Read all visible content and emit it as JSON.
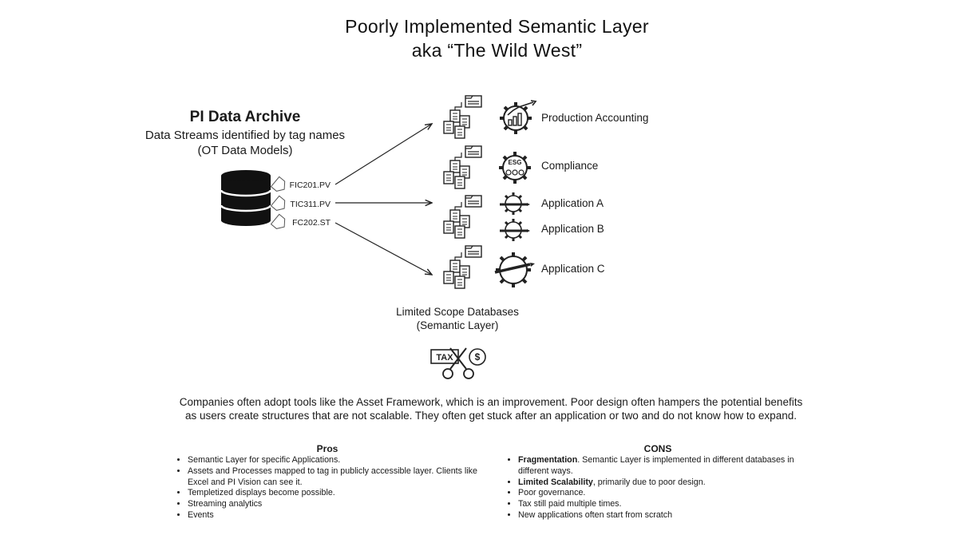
{
  "title": {
    "line1": "Poorly Implemented Semantic Layer",
    "line2": "aka “The Wild West”"
  },
  "archive": {
    "title": "PI Data Archive",
    "subtitle1": "Data Streams identified by tag names",
    "subtitle2": "(OT Data Models)",
    "tags": [
      "FIC201.PV",
      "TIC311.PV",
      "FC202.ST"
    ]
  },
  "applications": [
    "Production Accounting",
    "Compliance",
    "Application A",
    "Application B",
    "Application C"
  ],
  "esg_badge": "ESG",
  "scope": {
    "line1": "Limited Scope Databases",
    "line2": "(Semantic Layer)"
  },
  "tax_label": "TAX",
  "description": {
    "line1": "Companies often adopt tools like the Asset Framework, which is an improvement. Poor design often hampers the potential benefits",
    "line2": "as users create structures that are not scalable. They often get stuck after an application or two and do not know how to expand."
  },
  "pros": {
    "title": "Pros",
    "items": [
      "Semantic Layer for specific Applications.",
      "Assets and Processes mapped to tag in publicly accessible layer. Clients like Excel and PI Vision can see it.",
      "Templetized displays become possible.",
      "Streaming analytics",
      "Events"
    ]
  },
  "cons": {
    "title": "CONS",
    "items": [
      {
        "bold": "Fragmentation",
        "text": ". Semantic Layer is implemented in different databases in different ways."
      },
      {
        "bold": "Limited Scalability",
        "text": ", primarily due to poor design."
      },
      {
        "bold": "",
        "text": "Poor governance."
      },
      {
        "bold": "",
        "text": "Tax still paid multiple times."
      },
      {
        "bold": "",
        "text": "New applications often start from scratch"
      }
    ]
  }
}
